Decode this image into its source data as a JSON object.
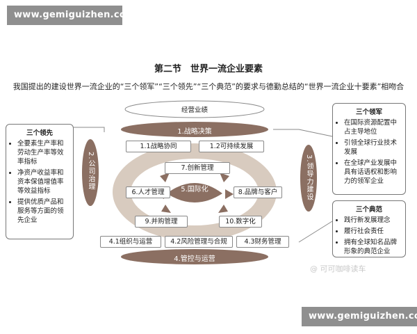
{
  "watermark": "www.gemiguizhen.com",
  "title": "第二节　世界一流企业要素",
  "subtitle": "我国提出的建设世界一流企业的“三个领军”“三个领先”“三个典范”的要求与德勤总结的“世界一流企业十要素”相吻合",
  "top_ellipse": "经营业绩",
  "strategy": "1.战略决策",
  "strategy_items": [
    "1.1战略协同",
    "1.2可持续发展"
  ],
  "governance": "2.公司治理",
  "leadership": "3.领导力建设",
  "control": "4.管控与运营",
  "control_items": [
    "4.1组织与运营",
    "4.2风险管理与合规",
    "4.3财务管理"
  ],
  "center": "5.国际化",
  "inner": {
    "talent": "6.人才管理",
    "innovation": "7.创新管理",
    "brand": "8.品牌与客户",
    "mna": "9.并购管理",
    "digital": "10.数字化"
  },
  "left_panel": {
    "title": "三个领先",
    "items": [
      "全要素生产率和劳动生产率等效率指标",
      "净资产收益率和资本保值增值率等效益指标",
      "提供优质产品和服务等方面的领先企业"
    ]
  },
  "right_top_panel": {
    "title": "三个领军",
    "items": [
      "在国际资源配置中占主导地位",
      "引领全球行业技术发展",
      "在全球产业发展中具有话语权和影响力的领军企业"
    ]
  },
  "right_bottom_panel": {
    "title": "三个典范",
    "items": [
      "践行新发展理念",
      "履行社会责任",
      "拥有全球知名品牌形象的典范企业"
    ]
  },
  "stamp": "@ 可可咖啡读车",
  "colors": {
    "brown": "#8b6f62",
    "beige": "#d8cbbf",
    "border": "#888888"
  }
}
